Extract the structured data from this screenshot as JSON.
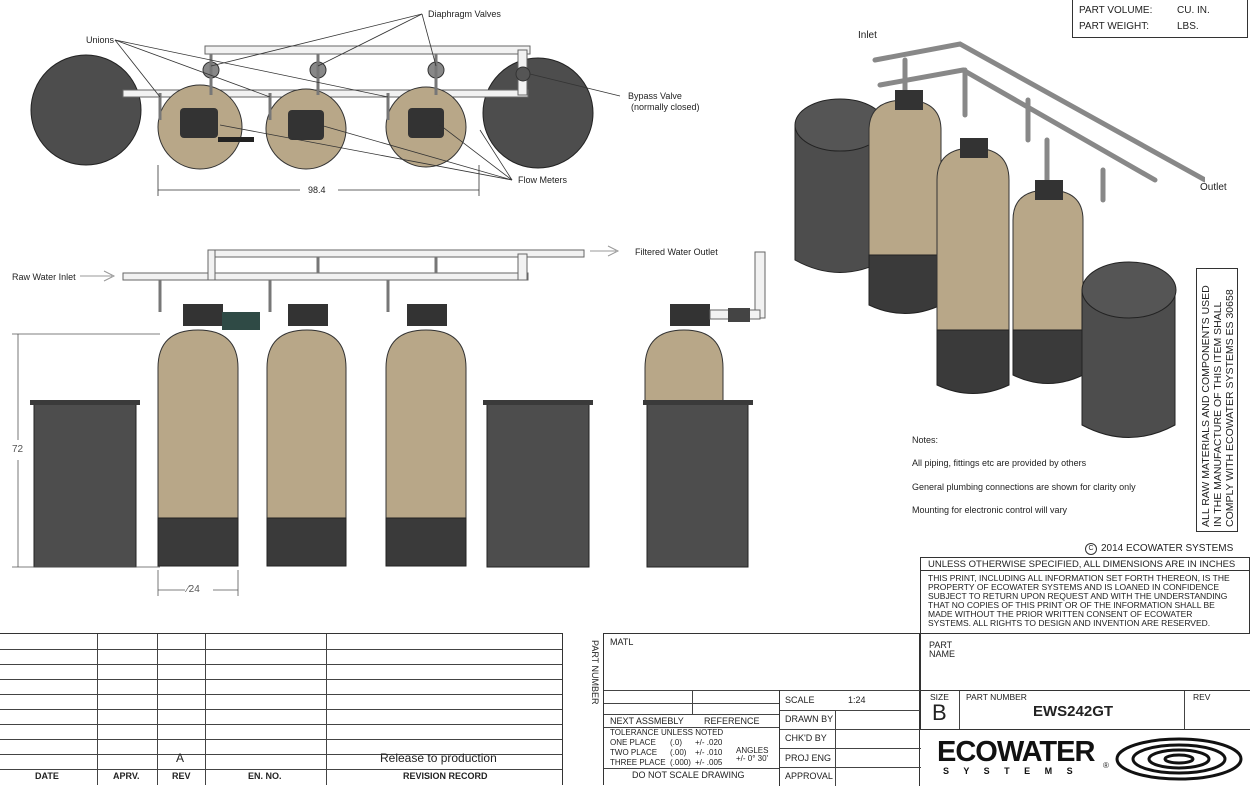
{
  "part_info": {
    "volume_label": "PART VOLUME:",
    "volume_unit": "CU. IN.",
    "weight_label": "PART WEIGHT:",
    "weight_unit": "LBS."
  },
  "top_view": {
    "unions_label": "Unions",
    "diaphragm_label": "Diaphragm Valves",
    "bypass_label": "Bypass Valve",
    "bypass_note": "(normally closed)",
    "flow_meters_label": "Flow Meters",
    "width_dim": "98.4"
  },
  "front_view": {
    "inlet_label": "Raw Water Inlet",
    "outlet_label": "Filtered Water Outlet",
    "height_dim": "72",
    "diameter_dim": "∕24"
  },
  "iso_view": {
    "inlet_label": "Inlet",
    "outlet_label": "Outlet"
  },
  "compliance_note": [
    "ALL RAW MATERIALS AND COMPONENTS USED",
    "IN THE MANUFACTURE OF THIS ITEM SHALL",
    "COMPLY WITH ECOWATER SYSTEMS ES 30658"
  ],
  "notes": {
    "heading": "Notes:",
    "items": [
      "All piping, fittings etc are provided by others",
      "General plumbing connections are shown for clarity only",
      "Mounting for electronic control will vary"
    ]
  },
  "copyright": "2014 ECOWATER SYSTEMS",
  "copyright_symbol": "C",
  "dims_note": "UNLESS OTHERWISE SPECIFIED, ALL DIMENSIONS ARE IN INCHES",
  "confidentiality": [
    "THIS PRINT, INCLUDING ALL INFORMATION SET FORTH THEREON, IS THE",
    "PROPERTY OF ECOWATER SYSTEMS AND IS LOANED IN CONFIDENCE",
    "SUBJECT TO RETURN UPON REQUEST AND WITH THE UNDERSTANDING",
    "THAT NO COPIES OF THIS PRINT OR OF THE INFORMATION SHALL BE",
    "MADE WITHOUT THE PRIOR WRITTEN CONSENT OF ECOWATER",
    "SYSTEMS. ALL RIGHTS TO DESIGN AND INVENTION ARE RESERVED."
  ],
  "revision_table": {
    "headers": [
      "DATE",
      "APRV.",
      "REV",
      "EN. NO.",
      "REVISION RECORD"
    ],
    "last_row": [
      "",
      "",
      "A",
      "",
      "Release to production"
    ]
  },
  "title_block": {
    "part_number_vertical": "PART NUMBER",
    "matl_label": "MATL",
    "next_assembly": "NEXT ASSMEBLY",
    "reference": "REFERENCE",
    "tolerance_heading": "TOLERANCE UNLESS NOTED",
    "tol_one": "ONE PLACE",
    "tol_one_fmt": "(.0)",
    "tol_one_val": "+/-  .020",
    "tol_two": "TWO PLACE",
    "tol_two_fmt": "(.00)",
    "tol_two_val": "+/-  .010",
    "tol_three": "THREE PLACE",
    "tol_three_fmt": "(.000)",
    "tol_three_val": "+/-  .005",
    "angles_label": "ANGLES",
    "angles_val": "+/- 0° 30'",
    "no_scale": "DO NOT SCALE DRAWING",
    "scale_label": "SCALE",
    "scale_value": "1:24",
    "drawn_by": "DRAWN BY",
    "chkd_by": "CHK'D BY",
    "proj_eng": "PROJ ENG",
    "approval": "APPROVAL",
    "part_name_1": "PART",
    "part_name_2": "NAME",
    "size_label": "SIZE",
    "size_value": "B",
    "part_number_label": "PART  NUMBER",
    "part_number_value": "EWS242GT",
    "rev_label": "REV"
  },
  "logo": {
    "word": "ECOWATER",
    "sub": "S Y S T E M S",
    "reg": "®"
  },
  "colors": {
    "tank_tan": "#b8a788",
    "tank_base": "#3a3a3a",
    "brine_tank": "#4d4d4d"
  }
}
